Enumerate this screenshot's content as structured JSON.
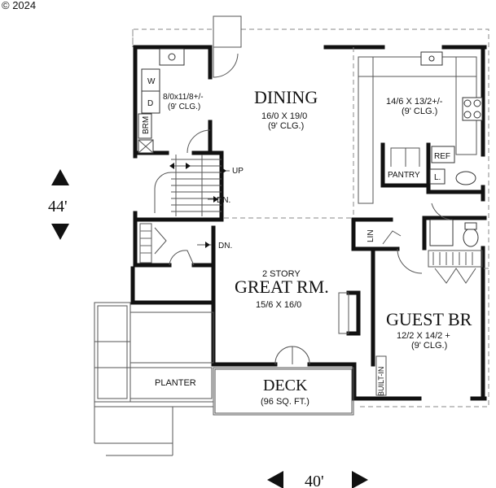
{
  "copyright": "© 2024",
  "rooms": {
    "laundry_size": "8/0x11/8+/-",
    "laundry_clg": "(9' CLG.)",
    "washer": "W",
    "dryer": "D",
    "broom": "BRM",
    "dining_name": "DINING",
    "dining_size": "16/0 X 19/0",
    "dining_clg": "(9' CLG.)",
    "kitchen_size": "14/6 X 13/2+/-",
    "kitchen_clg": "(9' CLG.)",
    "ref": "REF",
    "pantry": "PANTRY",
    "linen_small": "L.",
    "linen": "LIN",
    "stair_up": "UP",
    "stair_dn1": "DN.",
    "stair_dn2": "DN.",
    "great_top": "2 STORY",
    "great_name": "GREAT RM.",
    "great_size": "15/6 X 16/0",
    "guest_name": "GUEST BR",
    "guest_size": "12/2 X 14/2 +",
    "guest_clg": "(9' CLG.)",
    "built_in": "BUILT-IN",
    "deck_name": "DECK",
    "deck_size": "(96 SQ. FT.)",
    "planter": "PLANTER"
  },
  "dimensions": {
    "depth": "44'",
    "width": "40'"
  }
}
